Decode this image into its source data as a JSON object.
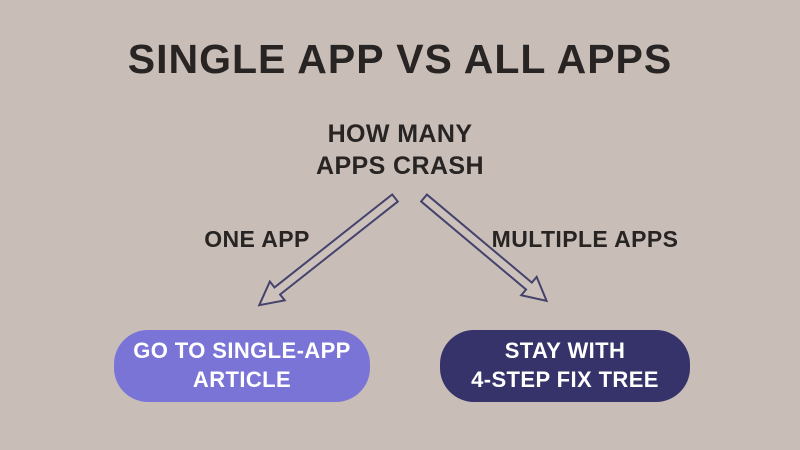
{
  "slide": {
    "title": "SINGLE APP VS ALL APPS",
    "decision_node": {
      "line1": "HOW MANY",
      "line2": "APPS CRASH"
    },
    "branches": [
      {
        "label": "ONE APP",
        "result": {
          "line1": "GO TO SINGLE-APP",
          "line2": "ARTICLE"
        }
      },
      {
        "label": "MULTIPLE APPS",
        "result": {
          "line1": "STAY WITH",
          "line2": "4-STEP FIX TREE"
        }
      }
    ],
    "icons": {
      "left_branch_arrow": "down-left-outline-arrow",
      "right_branch_arrow": "down-right-outline-arrow"
    },
    "colors": {
      "background": "#c8beb7",
      "text_dark": "#272423",
      "left_box_bg": "#7b74d7",
      "right_box_bg": "#35336a",
      "box_text": "#ffffff",
      "arrow_outline": "#45426c",
      "arrow_fill": "#ccc2bb"
    }
  }
}
